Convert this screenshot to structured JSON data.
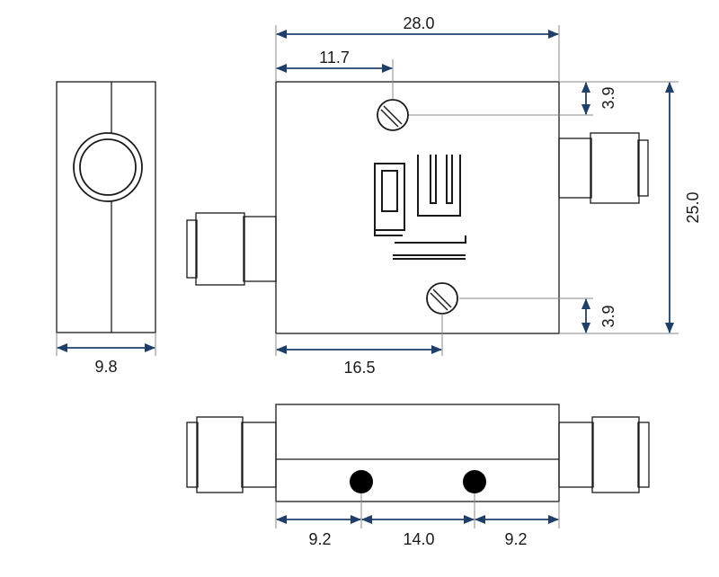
{
  "colors": {
    "dimension": "#1f3f6b",
    "outline": "#1a1a1a",
    "fill": "#ffffff",
    "mounting_hole": "#000000"
  },
  "icons": {
    "logo": "qw-logo",
    "screw": "slotted-screw"
  },
  "dimensions": {
    "overall_length": "28.0",
    "screw_offset": "11.7",
    "top_screw_edge": "3.9",
    "bottom_screw_edge": "3.9",
    "overall_width": "25.0",
    "bottom_screw_offset": "16.5",
    "side_thickness": "9.8",
    "hole_left_offset": "9.2",
    "hole_spacing": "14.0",
    "hole_right_offset": "9.2"
  }
}
